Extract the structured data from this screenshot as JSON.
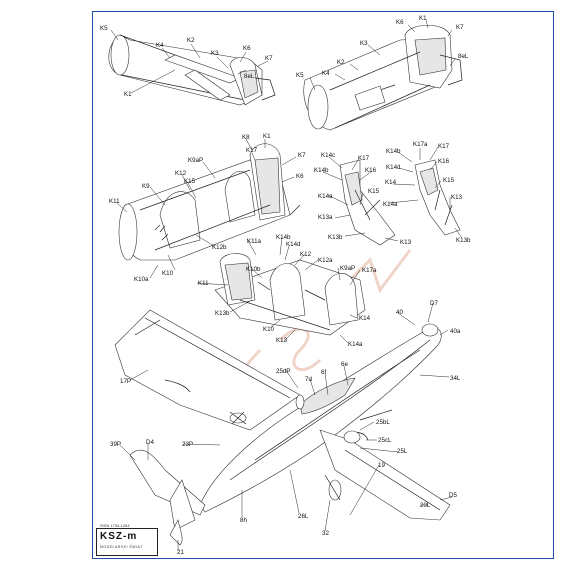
{
  "brand": {
    "logo": "KSZ-m"
  },
  "labels": {
    "k5_a": "K5",
    "k4_a": "K4",
    "k2_a": "K2",
    "k3_a": "K3",
    "k6_a": "K6",
    "k7_a": "K7",
    "k1_a": "K1",
    "k8el_a": "8eL",
    "k6_b": "K6",
    "k1_b": "K1",
    "k7_b": "K7",
    "k3_b": "K3",
    "k8el_b": "8eL",
    "k2_b": "K2",
    "k4_b": "K4",
    "k5_b": "K5",
    "k8": "K8",
    "k1_c": "K1",
    "k17_a": "K17",
    "k7_c": "K7",
    "k9ap_a": "K9aP",
    "k12_a": "K12",
    "k6_c": "K6",
    "k9": "K9",
    "k15_a": "K15",
    "k11_a": "K11",
    "k12b": "K12b",
    "k10_a": "K10",
    "k10a": "K10a",
    "k14c": "K14c",
    "k17_b": "K17",
    "k14b_a": "K14b",
    "k16_a": "K16",
    "k14a_a": "K14a",
    "k15_b": "K15",
    "k13a": "K13a",
    "k13b_a": "K13b",
    "k13_a": "K13",
    "k14b_b": "K14b",
    "k17a_a": "K17a",
    "k17_c": "K17",
    "k14d_a": "K14d",
    "k16_b": "K16",
    "k14_a": "K14",
    "k15_c": "K15",
    "k14a_b": "K14a",
    "k13_b": "K13",
    "k13b_b": "K13b",
    "k11a": "K11a",
    "k14b_c": "K14b",
    "k14d_b": "K14d",
    "k12_b": "K12",
    "k12a": "K12a",
    "k10b": "K10b",
    "k9ap_b": "K9aP",
    "k17a_b": "K17a",
    "k11_b": "K11",
    "k13b_c": "K13b",
    "k10_b": "K10",
    "k14_b": "K14",
    "k13_c": "K13",
    "k14a_c": "K14a",
    "p40": "40",
    "d7": "D7",
    "p40a": "40a",
    "p17p": "17P",
    "p25dp": "25dP",
    "p7d": "7d",
    "p6f": "6f",
    "p6e": "6e",
    "p34l": "34L",
    "p25bl": "25bL",
    "p25cl": "25cL",
    "p25l": "25L",
    "p19": "19",
    "p39p": "39P",
    "d4": "D4",
    "p23p": "23P",
    "p8h": "8h",
    "p26l": "26L",
    "p32": "32",
    "p20l": "20L",
    "d5": "D5",
    "p21": "21"
  },
  "footer": {
    "issn": "ISSN 1734-1264",
    "logo_sub": "MODELARSKI ŚWIAT"
  }
}
